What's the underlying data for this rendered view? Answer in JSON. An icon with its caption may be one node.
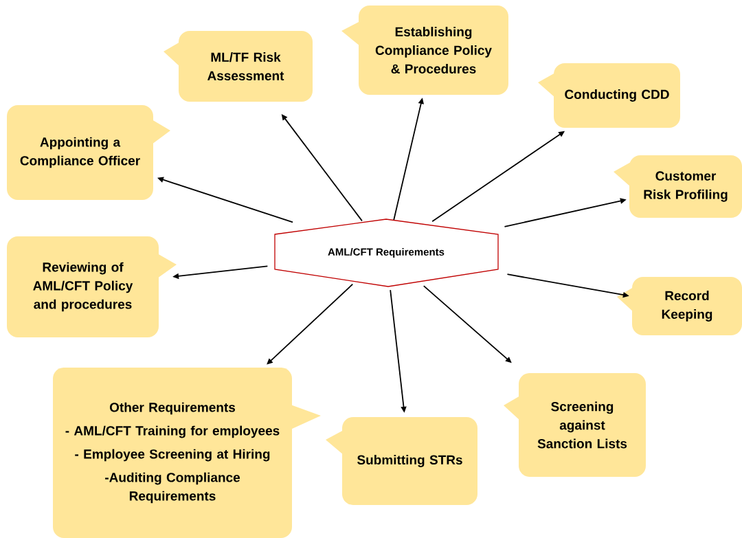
{
  "diagram": {
    "nodes": [
      {
        "text": [
          "AML/CFT Requirements"
        ]
      },
      {
        "text": [
          "Establishing Compliance Policy & Procedures"
        ]
      },
      {
        "text": [
          "ML/TF Risk Assessment"
        ]
      },
      {
        "text": [
          "Conducting CDD"
        ]
      },
      {
        "text": [
          "Appointing a Compliance Officer"
        ]
      },
      {
        "text": [
          "Customer Risk Profiling"
        ]
      },
      {
        "text": [
          "Reviewing of AML/CFT Policy and procedures"
        ]
      },
      {
        "text": [
          "Record Keeping"
        ]
      },
      {
        "text": [
          "Other Requirements",
          "- AML/CFT Training for employees",
          "- Employee Screening at Hiring",
          "-Auditing Compliance Requirements"
        ]
      },
      {
        "text": [
          "Screening against Sanction Lists"
        ]
      },
      {
        "text": [
          "Submitting STRs"
        ]
      }
    ],
    "edges": [
      {
        "from": 0,
        "to": 1,
        "arrow": "to"
      },
      {
        "from": 0,
        "to": 2,
        "arrow": "to"
      },
      {
        "from": 0,
        "to": 3,
        "arrow": "to"
      },
      {
        "from": 0,
        "to": 4,
        "arrow": "to"
      },
      {
        "from": 0,
        "to": 5,
        "arrow": "to"
      },
      {
        "from": 0,
        "to": 6,
        "arrow": "to"
      },
      {
        "from": 0,
        "to": 7,
        "arrow": "to"
      },
      {
        "from": 0,
        "to": 8,
        "arrow": "to"
      },
      {
        "from": 0,
        "to": 9,
        "arrow": "to"
      },
      {
        "from": 0,
        "to": 10,
        "arrow": "to"
      }
    ]
  }
}
